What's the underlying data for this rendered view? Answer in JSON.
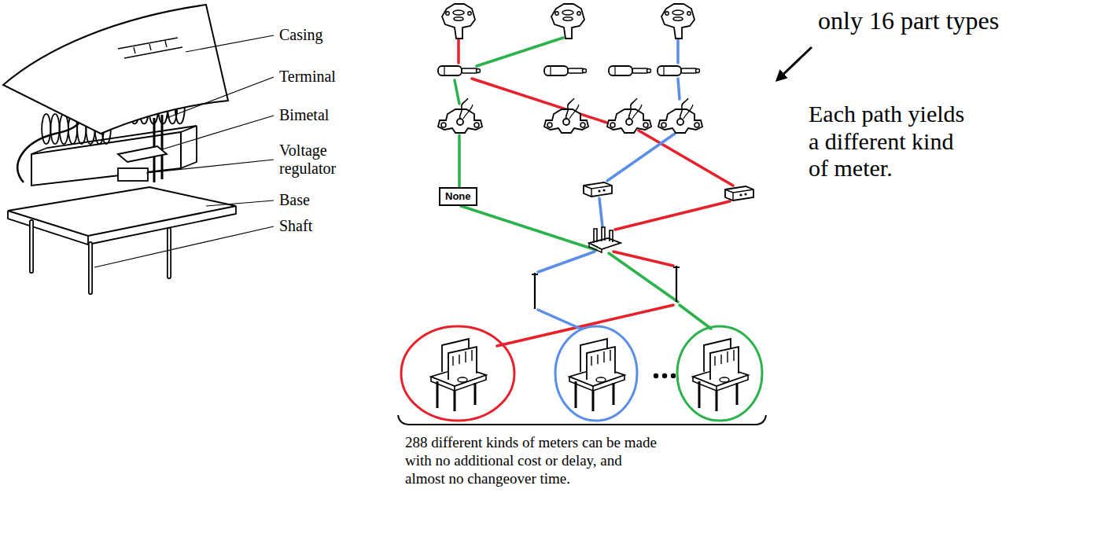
{
  "diagram": {
    "caption": "288 different kinds of meters can be made with no additional cost or delay, and almost no changeover time.",
    "nodes": [
      {
        "text": [
          "None"
        ]
      }
    ],
    "labels": [
      "Casing",
      "Terminal",
      "Bimetal",
      "Voltage regulator",
      "Base",
      "Shaft",
      "only 16 part types",
      "Each path yields a different kind of meter."
    ]
  }
}
